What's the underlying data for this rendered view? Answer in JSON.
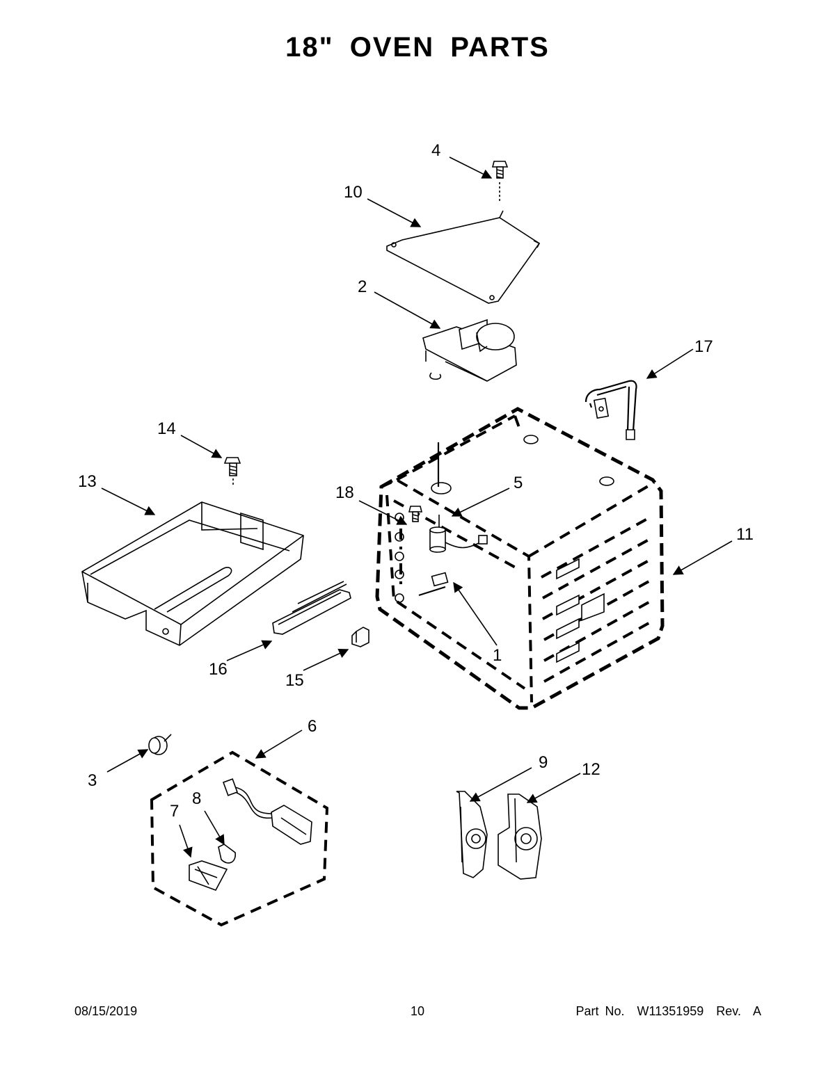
{
  "page": {
    "title": "18\" OVEN PARTS",
    "footer": {
      "date": "08/15/2019",
      "page_number": "10",
      "part_number": "Part No.  W11351959  Rev.  A"
    }
  },
  "callouts": [
    "1",
    "2",
    "3",
    "4",
    "5",
    "6",
    "7",
    "8",
    "9",
    "10",
    "11",
    "12",
    "13",
    "14",
    "15",
    "16",
    "17",
    "18"
  ]
}
